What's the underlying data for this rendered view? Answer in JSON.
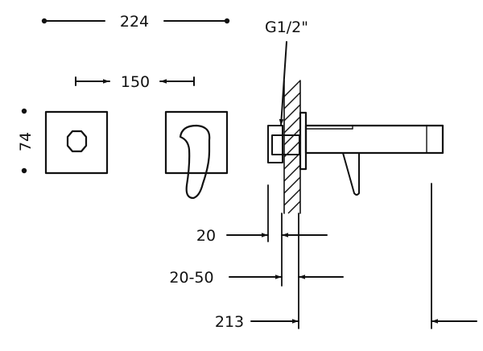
{
  "dimensions": {
    "overall_width": "224",
    "valve_spacing": "150",
    "plate_height": "74",
    "thread": "G1/2\"",
    "wall_offset": "20",
    "adjust_range": "20-50",
    "spout_projection": "213"
  },
  "colors": {
    "ink": "#111111",
    "background": "#ffffff"
  }
}
